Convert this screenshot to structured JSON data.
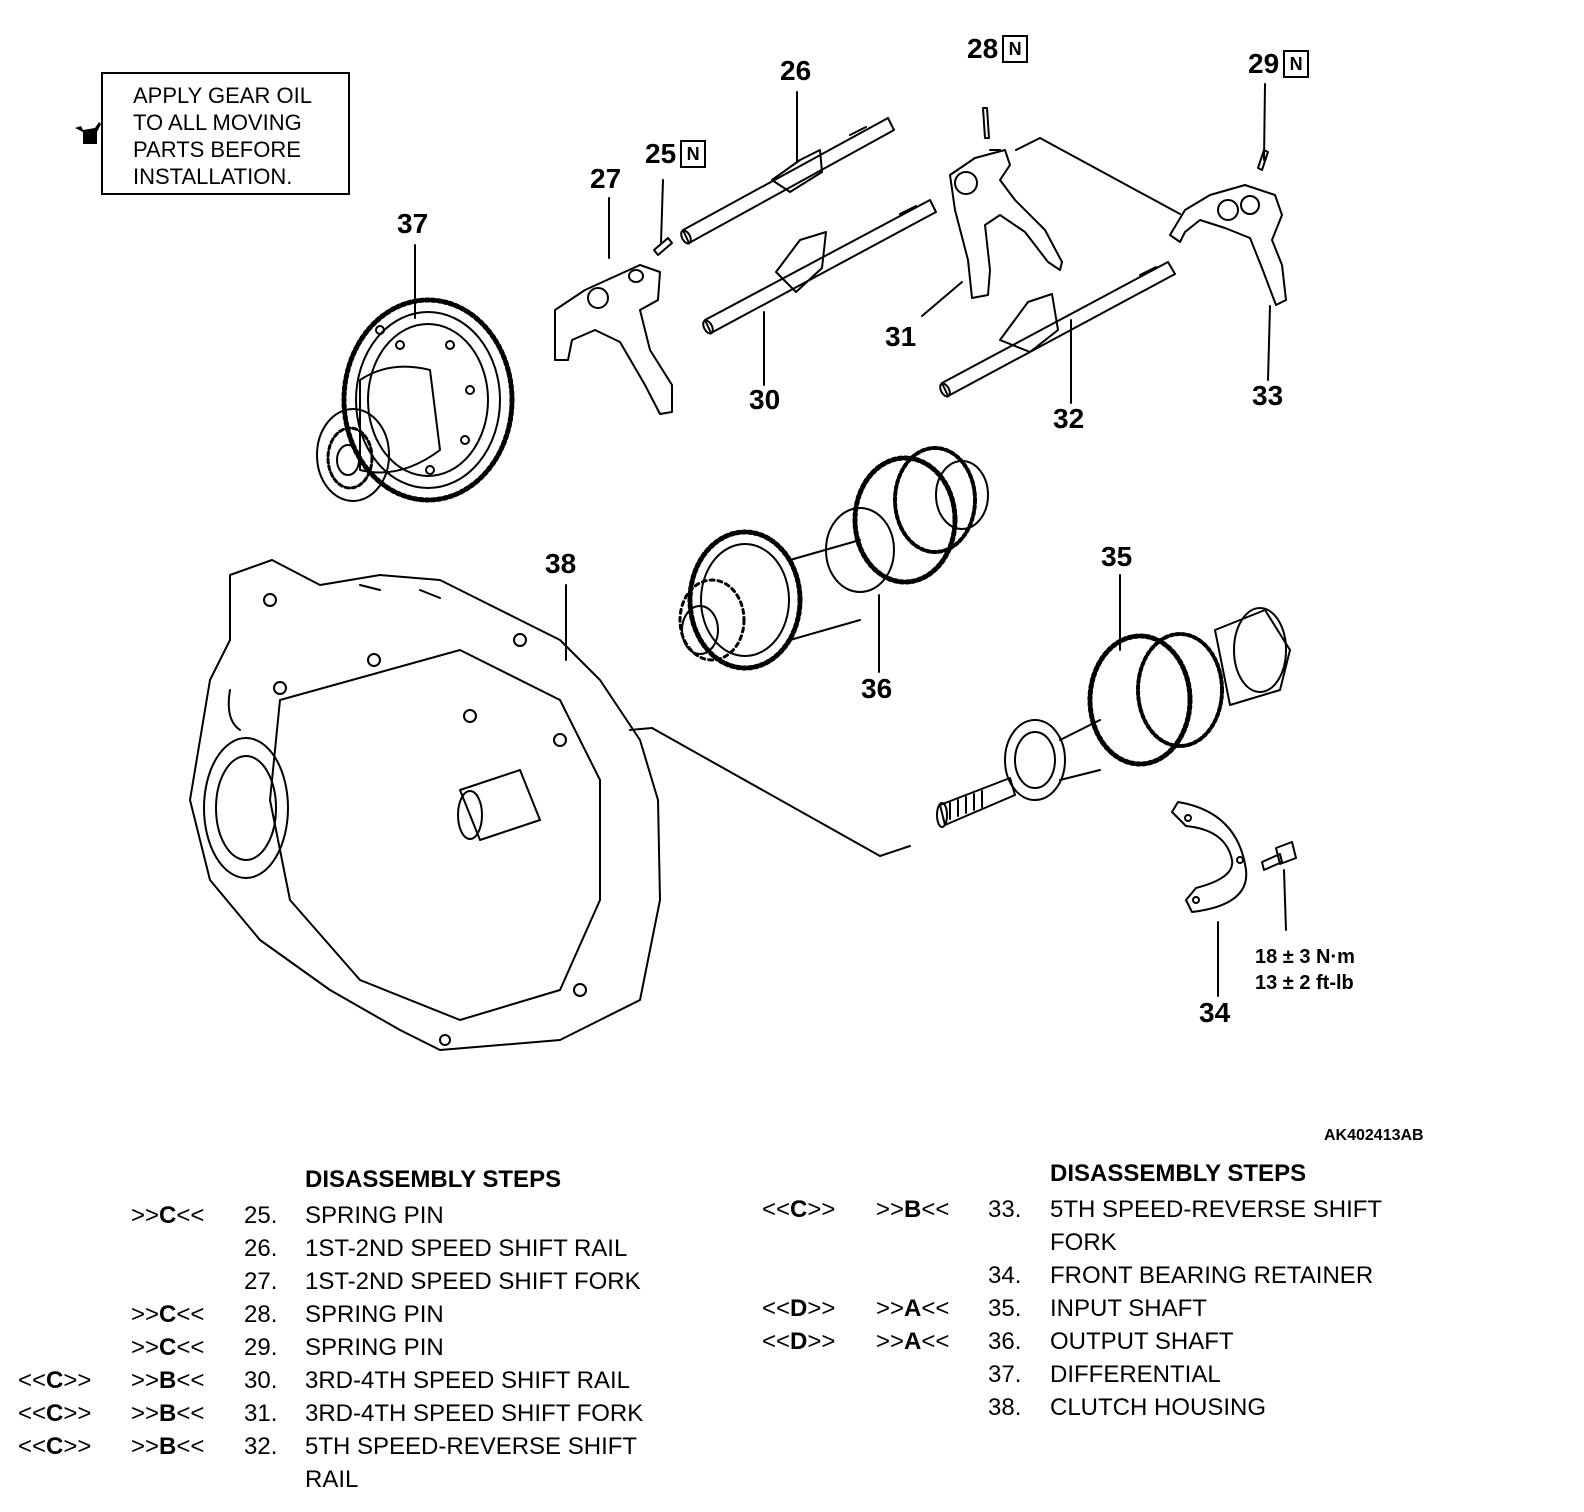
{
  "note": {
    "text": "APPLY GEAR OIL\nTO ALL MOVING\nPARTS BEFORE\nINSTALLATION.",
    "icon": "oil-can-icon"
  },
  "callouts": {
    "c25": "25",
    "c26": "26",
    "c27": "27",
    "c28": "28",
    "c29": "29",
    "c30": "30",
    "c31": "31",
    "c32": "32",
    "c33": "33",
    "c34": "34",
    "c35": "35",
    "c36": "36",
    "c37": "37",
    "c38": "38",
    "n_badge": "N"
  },
  "torque": {
    "metric": "18 ± 3 N·m",
    "imperial": "13 ± 2 ft-lb"
  },
  "figure_id": "AK402413AB",
  "left_table": {
    "heading": "DISASSEMBLY STEPS",
    "rows": [
      {
        "m1": "",
        "m2": ">>C<<",
        "num": "25.",
        "label": "SPRING PIN"
      },
      {
        "m1": "",
        "m2": "",
        "num": "26.",
        "label": "1ST-2ND SPEED SHIFT RAIL"
      },
      {
        "m1": "",
        "m2": "",
        "num": "27.",
        "label": "1ST-2ND SPEED SHIFT FORK"
      },
      {
        "m1": "",
        "m2": ">>C<<",
        "num": "28.",
        "label": "SPRING PIN"
      },
      {
        "m1": "",
        "m2": ">>C<<",
        "num": "29.",
        "label": "SPRING PIN"
      },
      {
        "m1": "<<C>>",
        "m2": ">>B<<",
        "num": "30.",
        "label": "3RD-4TH SPEED SHIFT RAIL"
      },
      {
        "m1": "<<C>>",
        "m2": ">>B<<",
        "num": "31.",
        "label": "3RD-4TH SPEED SHIFT FORK"
      },
      {
        "m1": "<<C>>",
        "m2": ">>B<<",
        "num": "32.",
        "label": "5TH SPEED-REVERSE SHIFT\nRAIL"
      }
    ]
  },
  "right_table": {
    "heading": "DISASSEMBLY STEPS",
    "rows": [
      {
        "m1": "<<C>>",
        "m2": ">>B<<",
        "num": "33.",
        "label": "5TH SPEED-REVERSE SHIFT\nFORK"
      },
      {
        "m1": "",
        "m2": "",
        "num": "34.",
        "label": "FRONT BEARING RETAINER"
      },
      {
        "m1": "<<D>>",
        "m2": ">>A<<",
        "num": "35.",
        "label": "INPUT SHAFT"
      },
      {
        "m1": "<<D>>",
        "m2": ">>A<<",
        "num": "36.",
        "label": "OUTPUT SHAFT"
      },
      {
        "m1": "",
        "m2": "",
        "num": "37.",
        "label": "DIFFERENTIAL"
      },
      {
        "m1": "",
        "m2": "",
        "num": "38.",
        "label": "CLUTCH HOUSING"
      }
    ]
  }
}
